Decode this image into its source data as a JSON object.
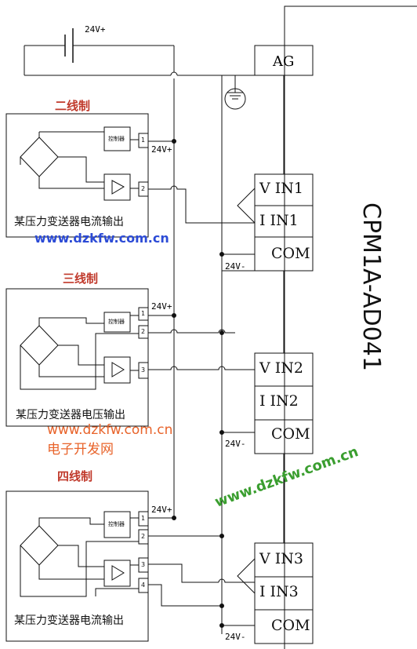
{
  "power": {
    "label": "24V+"
  },
  "ag": {
    "label": "AG"
  },
  "module": {
    "model": "CPM1A-AD041"
  },
  "sensors": [
    {
      "title": "二线制",
      "caption": "某压力变送器电流输出",
      "controller": "控制器",
      "terminals": [
        "1",
        "2"
      ],
      "v_label": "24V+"
    },
    {
      "title": "三线制",
      "caption": "某压力变送器电压输出",
      "controller": "控制器",
      "terminals": [
        "1",
        "2",
        "3"
      ],
      "v_label": "24V+"
    },
    {
      "title": "四线制",
      "caption": "某压力变送器电流输出",
      "controller": "控制器",
      "terminals": [
        "1",
        "2",
        "3",
        "4"
      ],
      "v_label": "24V+"
    }
  ],
  "channels": [
    {
      "v": "V  IN1",
      "i": "I  IN1",
      "com": "COM",
      "minus": "24V-"
    },
    {
      "v": "V  IN2",
      "i": "I  IN2",
      "com": "COM",
      "minus": "24V-"
    },
    {
      "v": "V  IN3",
      "i": "I  IN3",
      "com": "COM",
      "minus": "24V-"
    }
  ],
  "watermarks": {
    "site1": "www.dzkfw.com.cn",
    "site2": "www.dzkfw.com.cn",
    "site_cn": "电子开发网",
    "site3": "www.dzkfw.com.cn"
  }
}
